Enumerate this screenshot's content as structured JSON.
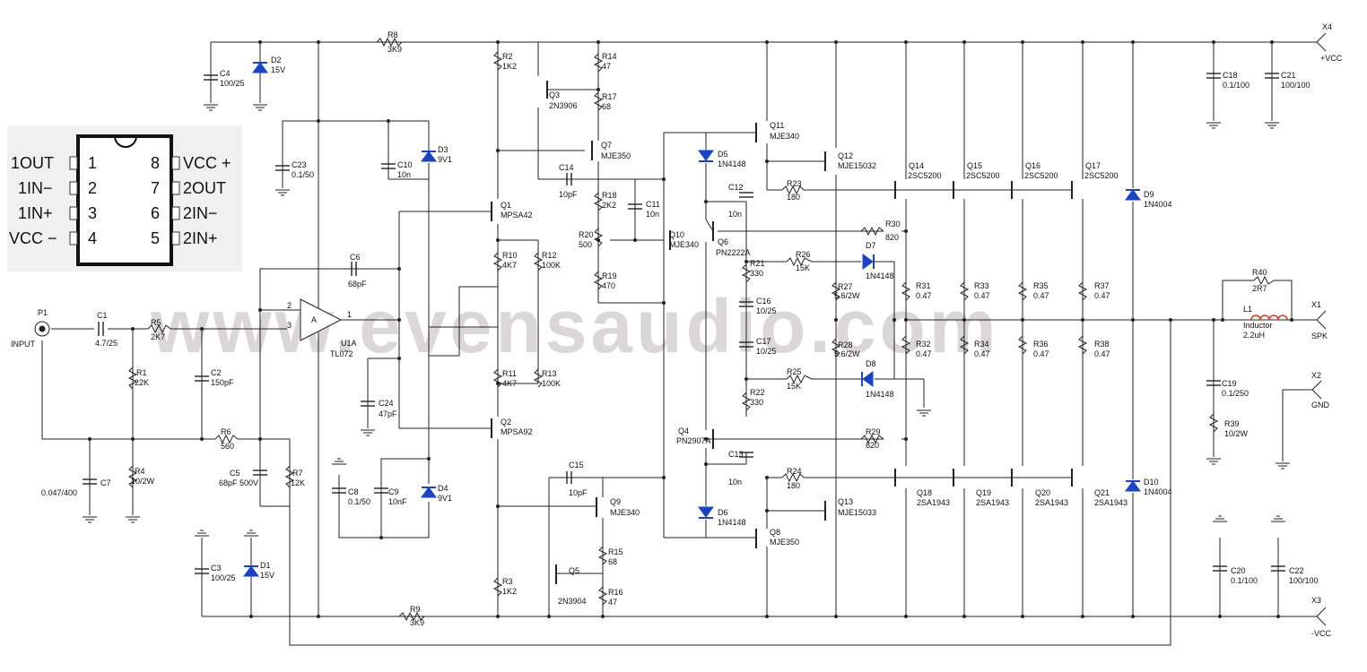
{
  "watermark": "www.evensaudio.com",
  "pinout": {
    "pins_left": [
      {
        "name": "1OUT",
        "num": "1"
      },
      {
        "name": "1IN−",
        "num": "2"
      },
      {
        "name": "1IN+",
        "num": "3"
      },
      {
        "name": "VCC −",
        "num": "4"
      }
    ],
    "pins_right": [
      {
        "name": "VCC +",
        "num": "8"
      },
      {
        "name": "2OUT",
        "num": "7"
      },
      {
        "name": "2IN−",
        "num": "6"
      },
      {
        "name": "2IN+",
        "num": "5"
      }
    ]
  },
  "connectors": {
    "x4": {
      "ref": "X4",
      "net": "+VCC"
    },
    "x1": {
      "ref": "X1",
      "net": "SPK"
    },
    "x2": {
      "ref": "X2",
      "net": "GND"
    },
    "x3": {
      "ref": "X3",
      "net": "-VCC"
    },
    "p1": {
      "ref": "P1",
      "net": "INPUT"
    }
  },
  "opamp": {
    "ref": "U1A",
    "part": "TL072",
    "unit": "A",
    "pin_in_neg": "2",
    "pin_in_pos": "3",
    "pin_out": "1"
  },
  "components": {
    "r8": {
      "ref": "R8",
      "val": "3K9"
    },
    "r9": {
      "ref": "R9",
      "val": "3K9"
    },
    "c4": {
      "ref": "C4",
      "val": "100/25"
    },
    "d2": {
      "ref": "D2",
      "val": "15V"
    },
    "c3": {
      "ref": "C3",
      "val": "100/25"
    },
    "d1": {
      "ref": "D1",
      "val": "15V"
    },
    "c23": {
      "ref": "C23",
      "val": "0.1/50"
    },
    "c10": {
      "ref": "C10",
      "val": "10n"
    },
    "d3": {
      "ref": "D3",
      "val": "9V1"
    },
    "d4": {
      "ref": "D4",
      "val": "9V1"
    },
    "c6": {
      "ref": "C6",
      "val": "68pF"
    },
    "c24": {
      "ref": "C24",
      "val": "47pF"
    },
    "c8": {
      "ref": "C8",
      "val": "0.1/50"
    },
    "c9": {
      "ref": "C9",
      "val": "10nF"
    },
    "c1": {
      "ref": "C1",
      "val": "4.7/25"
    },
    "r5": {
      "ref": "R5",
      "val": "2K7"
    },
    "r1": {
      "ref": "R1",
      "val": "22K"
    },
    "c2": {
      "ref": "C2",
      "val": "150pF"
    },
    "r6": {
      "ref": "R6",
      "val": "560"
    },
    "c5": {
      "ref": "C5",
      "val": "68pF 500V"
    },
    "r7": {
      "ref": "R7",
      "val": "12K"
    },
    "c7": {
      "ref": "C7",
      "val": "0.047/400"
    },
    "r4": {
      "ref": "R4",
      "val": "10/2W"
    },
    "r2": {
      "ref": "R2",
      "val": "1K2"
    },
    "r3": {
      "ref": "R3",
      "val": "1K2"
    },
    "q1": {
      "ref": "Q1",
      "val": "MPSA42"
    },
    "q2": {
      "ref": "Q2",
      "val": "MPSA92"
    },
    "r10": {
      "ref": "R10",
      "val": "4K7"
    },
    "r11": {
      "ref": "R11",
      "val": "4K7"
    },
    "r12": {
      "ref": "R12",
      "val": "100K"
    },
    "r13": {
      "ref": "R13",
      "val": "100K"
    },
    "q3": {
      "ref": "Q3",
      "val": "2N3906"
    },
    "r14": {
      "ref": "R14",
      "val": "47"
    },
    "r17": {
      "ref": "R17",
      "val": "68"
    },
    "q7": {
      "ref": "Q7",
      "val": "MJE350"
    },
    "c14": {
      "ref": "C14",
      "val": "10pF"
    },
    "r18": {
      "ref": "R18",
      "val": "2K2"
    },
    "c11": {
      "ref": "C11",
      "val": "10n"
    },
    "r20": {
      "ref": "R20",
      "val": "500"
    },
    "r19": {
      "ref": "R19",
      "val": "470"
    },
    "q10": {
      "ref": "Q10",
      "val": "MJE340"
    },
    "c15": {
      "ref": "C15",
      "val": "10pF"
    },
    "q9": {
      "ref": "Q9",
      "val": "MJE340"
    },
    "q5": {
      "ref": "Q5",
      "val": "2N3904"
    },
    "r15": {
      "ref": "R15",
      "val": "68"
    },
    "r16": {
      "ref": "R16",
      "val": "47"
    },
    "q11": {
      "ref": "Q11",
      "val": "MJE340"
    },
    "q12": {
      "ref": "Q12",
      "val": "MJE15032"
    },
    "q13": {
      "ref": "Q13",
      "val": "MJE15033"
    },
    "q8": {
      "ref": "Q8",
      "val": "MJE350"
    },
    "d5": {
      "ref": "D5",
      "val": "1N4148"
    },
    "d6": {
      "ref": "D6",
      "val": "1N4148"
    },
    "c12": {
      "ref": "C12",
      "val": "10n"
    },
    "c13": {
      "ref": "C13",
      "val": "10n"
    },
    "q6": {
      "ref": "Q6",
      "val": "PN2222A"
    },
    "q4": {
      "ref": "Q4",
      "val": "PN2907A"
    },
    "r21": {
      "ref": "R21",
      "val": "330"
    },
    "r22": {
      "ref": "R22",
      "val": "330"
    },
    "c16": {
      "ref": "C16",
      "val": "10/25"
    },
    "c17": {
      "ref": "C17",
      "val": "10/25"
    },
    "r23": {
      "ref": "R23",
      "val": "180"
    },
    "r24": {
      "ref": "R24",
      "val": "180"
    },
    "r26": {
      "ref": "R26",
      "val": "15K"
    },
    "r25": {
      "ref": "R25",
      "val": "15K"
    },
    "d7": {
      "ref": "D7",
      "val": "1N4148"
    },
    "d8": {
      "ref": "D8",
      "val": "1N4148"
    },
    "r27": {
      "ref": "R27",
      "val": "5.6/2W"
    },
    "r28": {
      "ref": "R28",
      "val": "5.6/2W"
    },
    "r30": {
      "ref": "R30",
      "val": "820"
    },
    "r29": {
      "ref": "R29",
      "val": "820"
    },
    "q14": {
      "ref": "Q14",
      "val": "2SC5200"
    },
    "q15": {
      "ref": "Q15",
      "val": "2SC5200"
    },
    "q16": {
      "ref": "Q16",
      "val": "2SC5200"
    },
    "q17": {
      "ref": "Q17",
      "val": "2SC5200"
    },
    "q18": {
      "ref": "Q18",
      "val": "2SA1943"
    },
    "q19": {
      "ref": "Q19",
      "val": "2SA1943"
    },
    "q20": {
      "ref": "Q20",
      "val": "2SA1943"
    },
    "q21": {
      "ref": "Q21",
      "val": "2SA1943"
    },
    "r31": {
      "ref": "R31",
      "val": "0.47"
    },
    "r33": {
      "ref": "R33",
      "val": "0.47"
    },
    "r35": {
      "ref": "R35",
      "val": "0.47"
    },
    "r37": {
      "ref": "R37",
      "val": "0.47"
    },
    "r32": {
      "ref": "R32",
      "val": "0.47"
    },
    "r34": {
      "ref": "R34",
      "val": "0.47"
    },
    "r36": {
      "ref": "R36",
      "val": "0.47"
    },
    "r38": {
      "ref": "R38",
      "val": "0.47"
    },
    "d9": {
      "ref": "D9",
      "val": "1N4004"
    },
    "d10": {
      "ref": "D10",
      "val": "1N4004"
    },
    "c18": {
      "ref": "C18",
      "val": "0.1/100"
    },
    "c21": {
      "ref": "C21",
      "val": "100/100"
    },
    "c20": {
      "ref": "C20",
      "val": "0.1/100"
    },
    "c22": {
      "ref": "C22",
      "val": "100/100"
    },
    "r40": {
      "ref": "R40",
      "val": "2R7"
    },
    "l1": {
      "ref": "L1",
      "val": "Inductor",
      "val2": "2.2uH"
    },
    "c19": {
      "ref": "C19",
      "val": "0.1/250"
    },
    "r39": {
      "ref": "R39",
      "val": "10/2W"
    }
  },
  "colors": {
    "diode": "#1a44c8",
    "wire": "#222222",
    "watermark": "#bfb8b8"
  }
}
